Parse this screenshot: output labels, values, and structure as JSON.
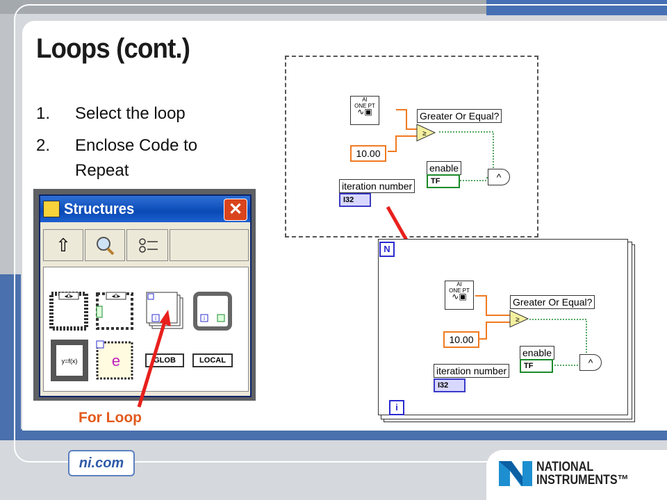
{
  "slide": {
    "title": "Loops (cont.)",
    "steps": [
      {
        "num": "1.",
        "text": "Select the loop"
      },
      {
        "num": "2.",
        "text": "Enclose Code to"
      },
      {
        "num": "",
        "text": "Repeat"
      }
    ],
    "callout": "For Loop"
  },
  "palette": {
    "title": "Structures",
    "close_label": "✕",
    "toolbar": [
      {
        "name": "up-arrow-icon",
        "glyph": "⇧"
      },
      {
        "name": "search-icon",
        "glyph": "🔍"
      },
      {
        "name": "view-options-icon",
        "glyph": "≔"
      }
    ],
    "items": [
      {
        "name": "case-structure-icon",
        "label": "◂0▸"
      },
      {
        "name": "sequence-structure-icon",
        "label": "◂0▸"
      },
      {
        "name": "for-loop-icon",
        "label": "i"
      },
      {
        "name": "while-loop-icon",
        "label": "i"
      },
      {
        "name": "formula-node-icon",
        "label": "y=f(x)"
      },
      {
        "name": "event-structure-icon",
        "label": "e"
      },
      {
        "name": "global-variable-icon",
        "label": "GLOB"
      },
      {
        "name": "local-variable-icon",
        "label": "LOCAL"
      }
    ]
  },
  "diagram": {
    "daq_line1": "AI",
    "daq_line2": "ONE PT",
    "compare_label": "Greater Or Equal?",
    "constant": "10.00",
    "enable_label": "enable",
    "tf_label": "TF",
    "iteration_label": "iteration number",
    "i32_label": "I32",
    "and_label": "^"
  },
  "loop": {
    "count_terminal": "N",
    "iteration_terminal": "i"
  },
  "footer": {
    "site": "ni.com",
    "brand_line1": "NATIONAL",
    "brand_line2": "INSTRUMENTS™"
  }
}
